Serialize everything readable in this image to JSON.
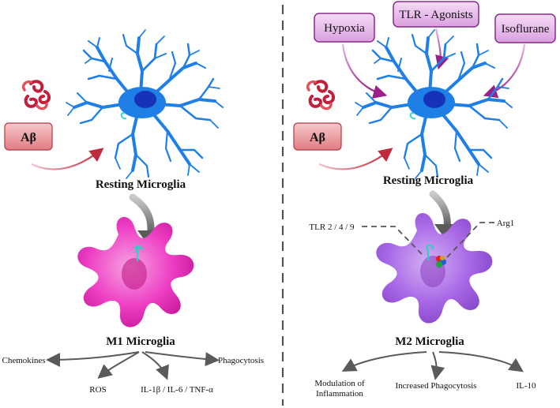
{
  "left": {
    "stimulus": "Aβ",
    "resting_label": "Resting Microglia",
    "activated_label": "M1 Microglia",
    "outputs": [
      "Chemokines",
      "ROS",
      "IL-1β / IL-6 / TNF-α",
      "Phagocytosis"
    ]
  },
  "right": {
    "stimulus": "Aβ",
    "modulators": [
      "Hypoxia",
      "TLR - Agonists",
      "Isoflurane"
    ],
    "resting_label": "Resting Microglia",
    "receptor_label": "TLR 2 / 4 / 9",
    "marker_label": "Arg1",
    "activated_label": "M2 Microglia",
    "outputs": [
      "Modulation of",
      "Inflammation",
      "Increased Phagocytosis",
      "IL-10"
    ]
  },
  "colors": {
    "resting_cell": "#1e7fe6",
    "resting_nucleus": "#1632b8",
    "m1_cell": "#ee3fc4",
    "m2_cell": "#a867e6",
    "modulator_box": "#e8b5ec",
    "abeta_box": "#e8888c",
    "arrow_red": "#c0283c",
    "arrow_purple": "#a0208e",
    "arrow_gray": "#5a5a5a"
  },
  "icons": [
    "amyloid-aggregate-icon",
    "receptor-icon"
  ]
}
